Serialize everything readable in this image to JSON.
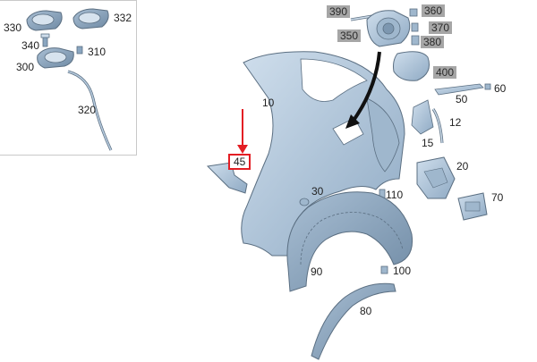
{
  "colors": {
    "part_fill": "#b9cde0",
    "part_fill_dark": "#8aa6c0",
    "part_stroke": "#5b6f82",
    "highlight": "#e31e24",
    "grey_label": "#a6a6a6"
  },
  "labels": {
    "p330": "330",
    "p332": "332",
    "p340": "340",
    "p310": "310",
    "p300": "300",
    "p320": "320",
    "p390": "390",
    "p360": "360",
    "p370": "370",
    "p350": "350",
    "p380": "380",
    "p400": "400",
    "p10": "10",
    "p45": "45",
    "p50": "50",
    "p60": "60",
    "p12": "12",
    "p15": "15",
    "p20": "20",
    "p30": "30",
    "p110": "110",
    "p70": "70",
    "p90": "90",
    "p100": "100",
    "p80": "80"
  }
}
